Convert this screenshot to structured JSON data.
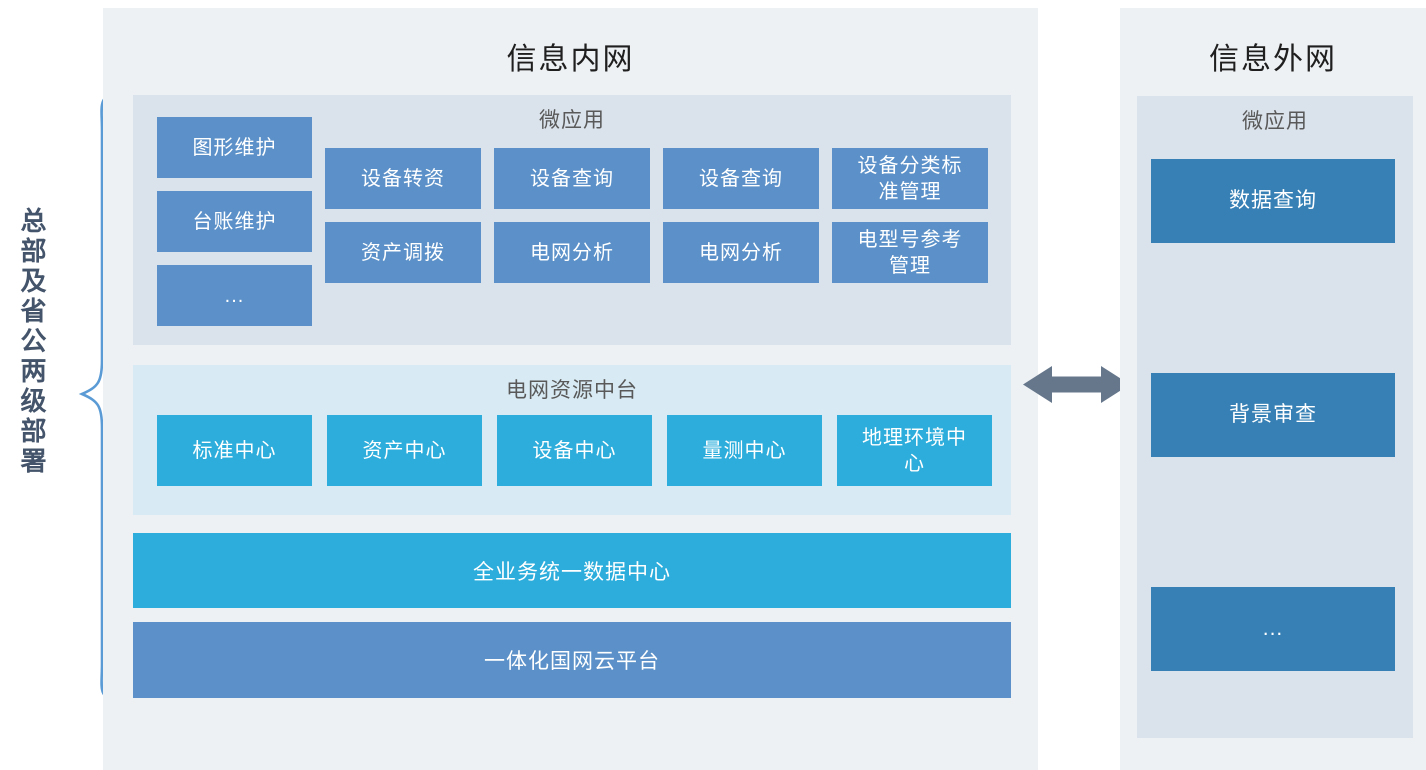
{
  "deployment_scope": {
    "label": "总部及省公两级部署"
  },
  "intranet": {
    "title": "信息内网",
    "micro_apps": {
      "title": "微应用",
      "left_column": [
        "图形维护",
        "台账维护",
        "..."
      ],
      "grid": [
        "设备转资",
        "设备查询",
        "设备查询",
        "设备分类标准管理",
        "资产调拨",
        "电网分析",
        "电网分析",
        "电型号参考管理"
      ]
    },
    "resource_platform": {
      "title": "电网资源中台",
      "centers": [
        "标准中心",
        "资产中心",
        "设备中心",
        "量测中心",
        "地理环境中心"
      ]
    },
    "data_center_bar": "全业务统一数据中心",
    "cloud_platform_bar": "一体化国网云平台"
  },
  "extranet": {
    "title": "信息外网",
    "micro_apps": {
      "title": "微应用",
      "items": [
        "数据查询",
        "背景审查",
        "..."
      ]
    }
  },
  "colors": {
    "panel_bg": "#EEF1F4",
    "apps_container_bg": "#DAE2EB",
    "platform_container_bg": "#D8EBF4",
    "steel_blue_box": "#5B91C8",
    "cyan_box": "#2CADDB",
    "deep_blue_box": "#3780B5",
    "arrow": "#66778C",
    "brace": "#5B9BD5",
    "deployment_label_text": "#44546A",
    "panel_title_text": "#1F1F1F",
    "container_title_text": "#595959"
  }
}
